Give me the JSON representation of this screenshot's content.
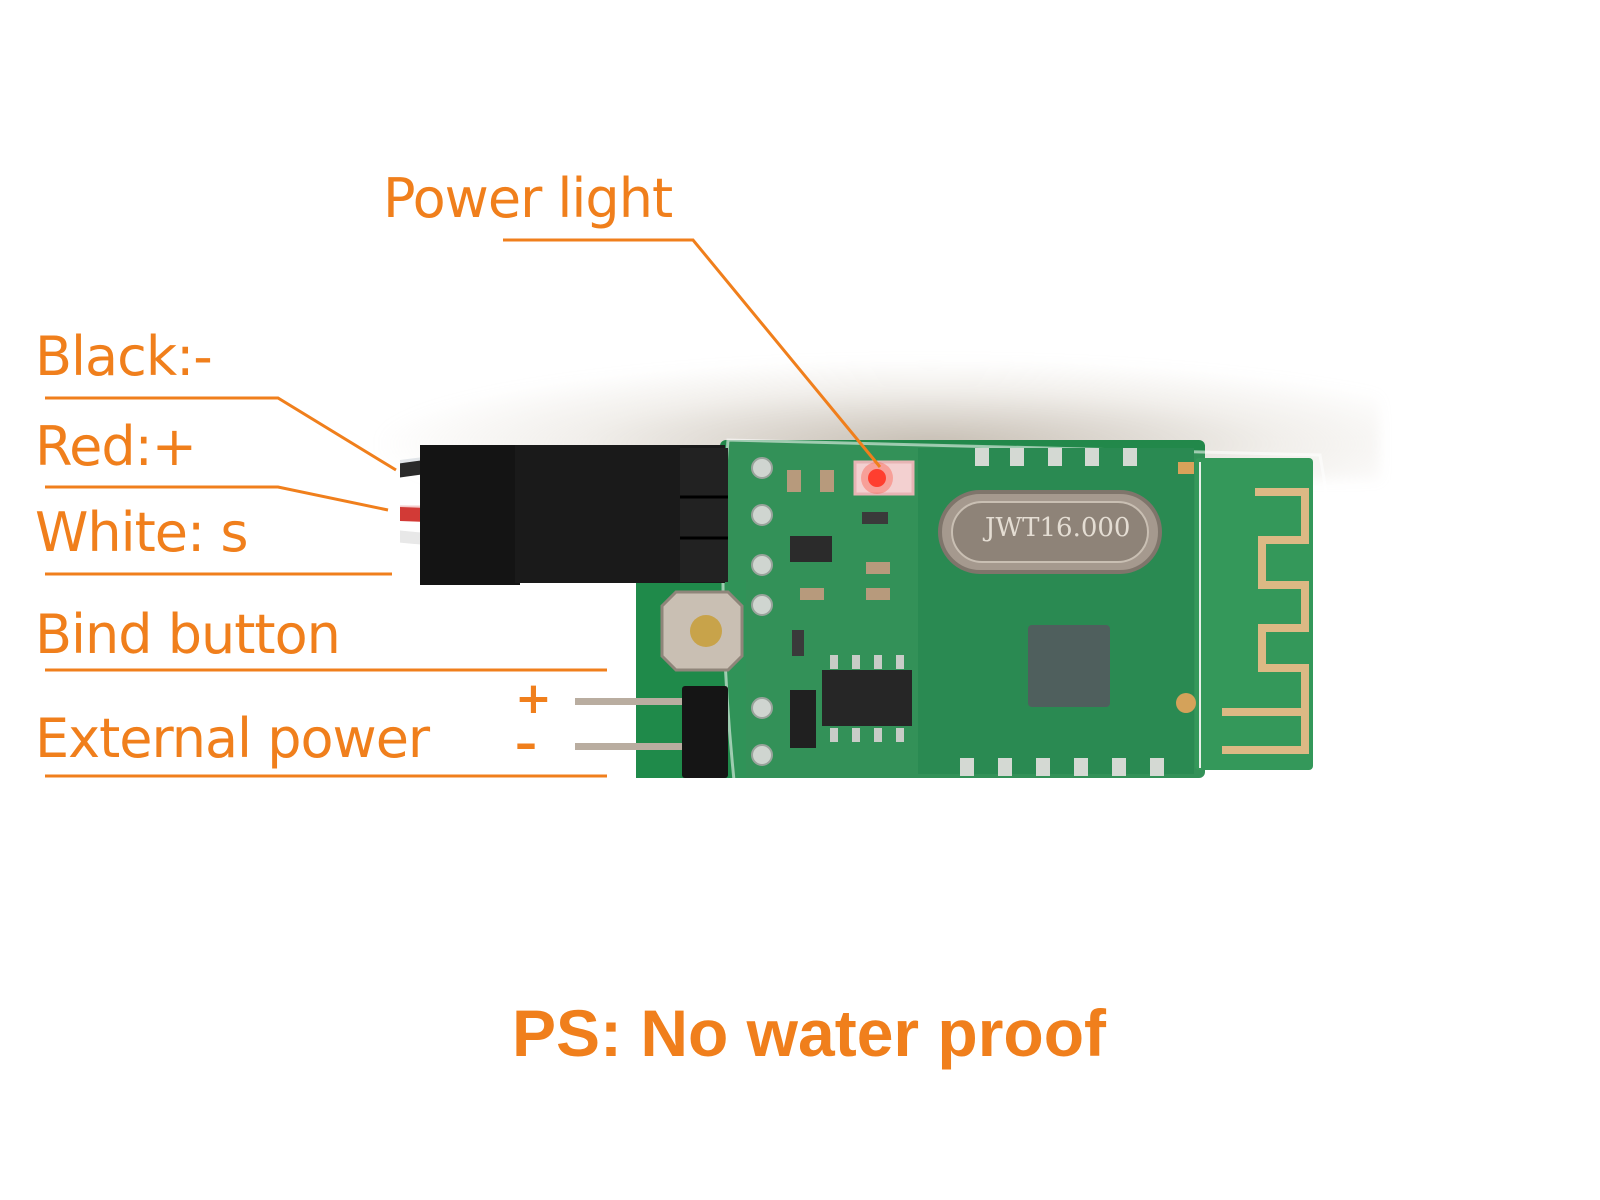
{
  "theme": {
    "accent": "#f07f1c",
    "pcb_green": "#1f8a4a",
    "antenna_gold": "#d9b37a",
    "led_red": "#ff3b2f"
  },
  "labels": {
    "power_light": "Power light",
    "black": "Black:-",
    "red": "Red:+",
    "white": "White: s",
    "bind_button": "Bind button",
    "external_power": "External power",
    "plus_sign": "+",
    "minus_sign": "–"
  },
  "components": {
    "crystal_marking": "JWT16.000"
  },
  "footer": {
    "note": "PS: No water proof"
  }
}
